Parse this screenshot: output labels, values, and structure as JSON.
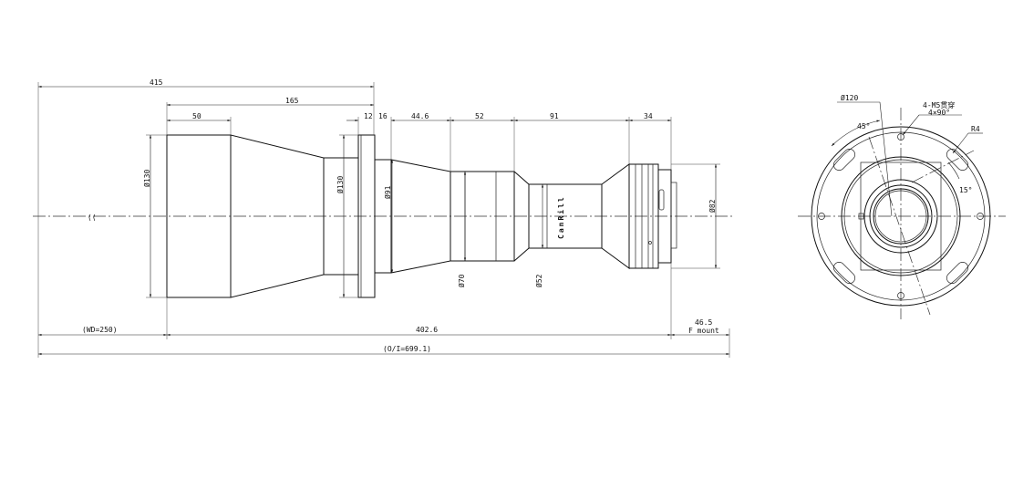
{
  "dimensions": {
    "overall_top": "415",
    "d165": "165",
    "d50": "50",
    "d12": "12",
    "d16": "16",
    "d44_6": "44.6",
    "d52": "52",
    "d91": "91",
    "d34": "34",
    "phi130_front": "Ø130",
    "phi130_flange": "Ø130",
    "phi91": "Ø91",
    "phi70": "Ø70",
    "phi52": "Ø52",
    "phi82": "Ø82",
    "wd": "(WD=250)",
    "d402_6": "402.6",
    "d46_5": "46.5",
    "mount": "F mount",
    "oi": "(O/I=699.1)",
    "brand": "CanRill",
    "break_mark": "⟨⟨"
  },
  "end_view": {
    "phi120": "Ø120",
    "holes": "4-M5贯穿",
    "holes_angle": "4×90°",
    "r4": "R4",
    "a45": "45°",
    "a15": "15°"
  }
}
